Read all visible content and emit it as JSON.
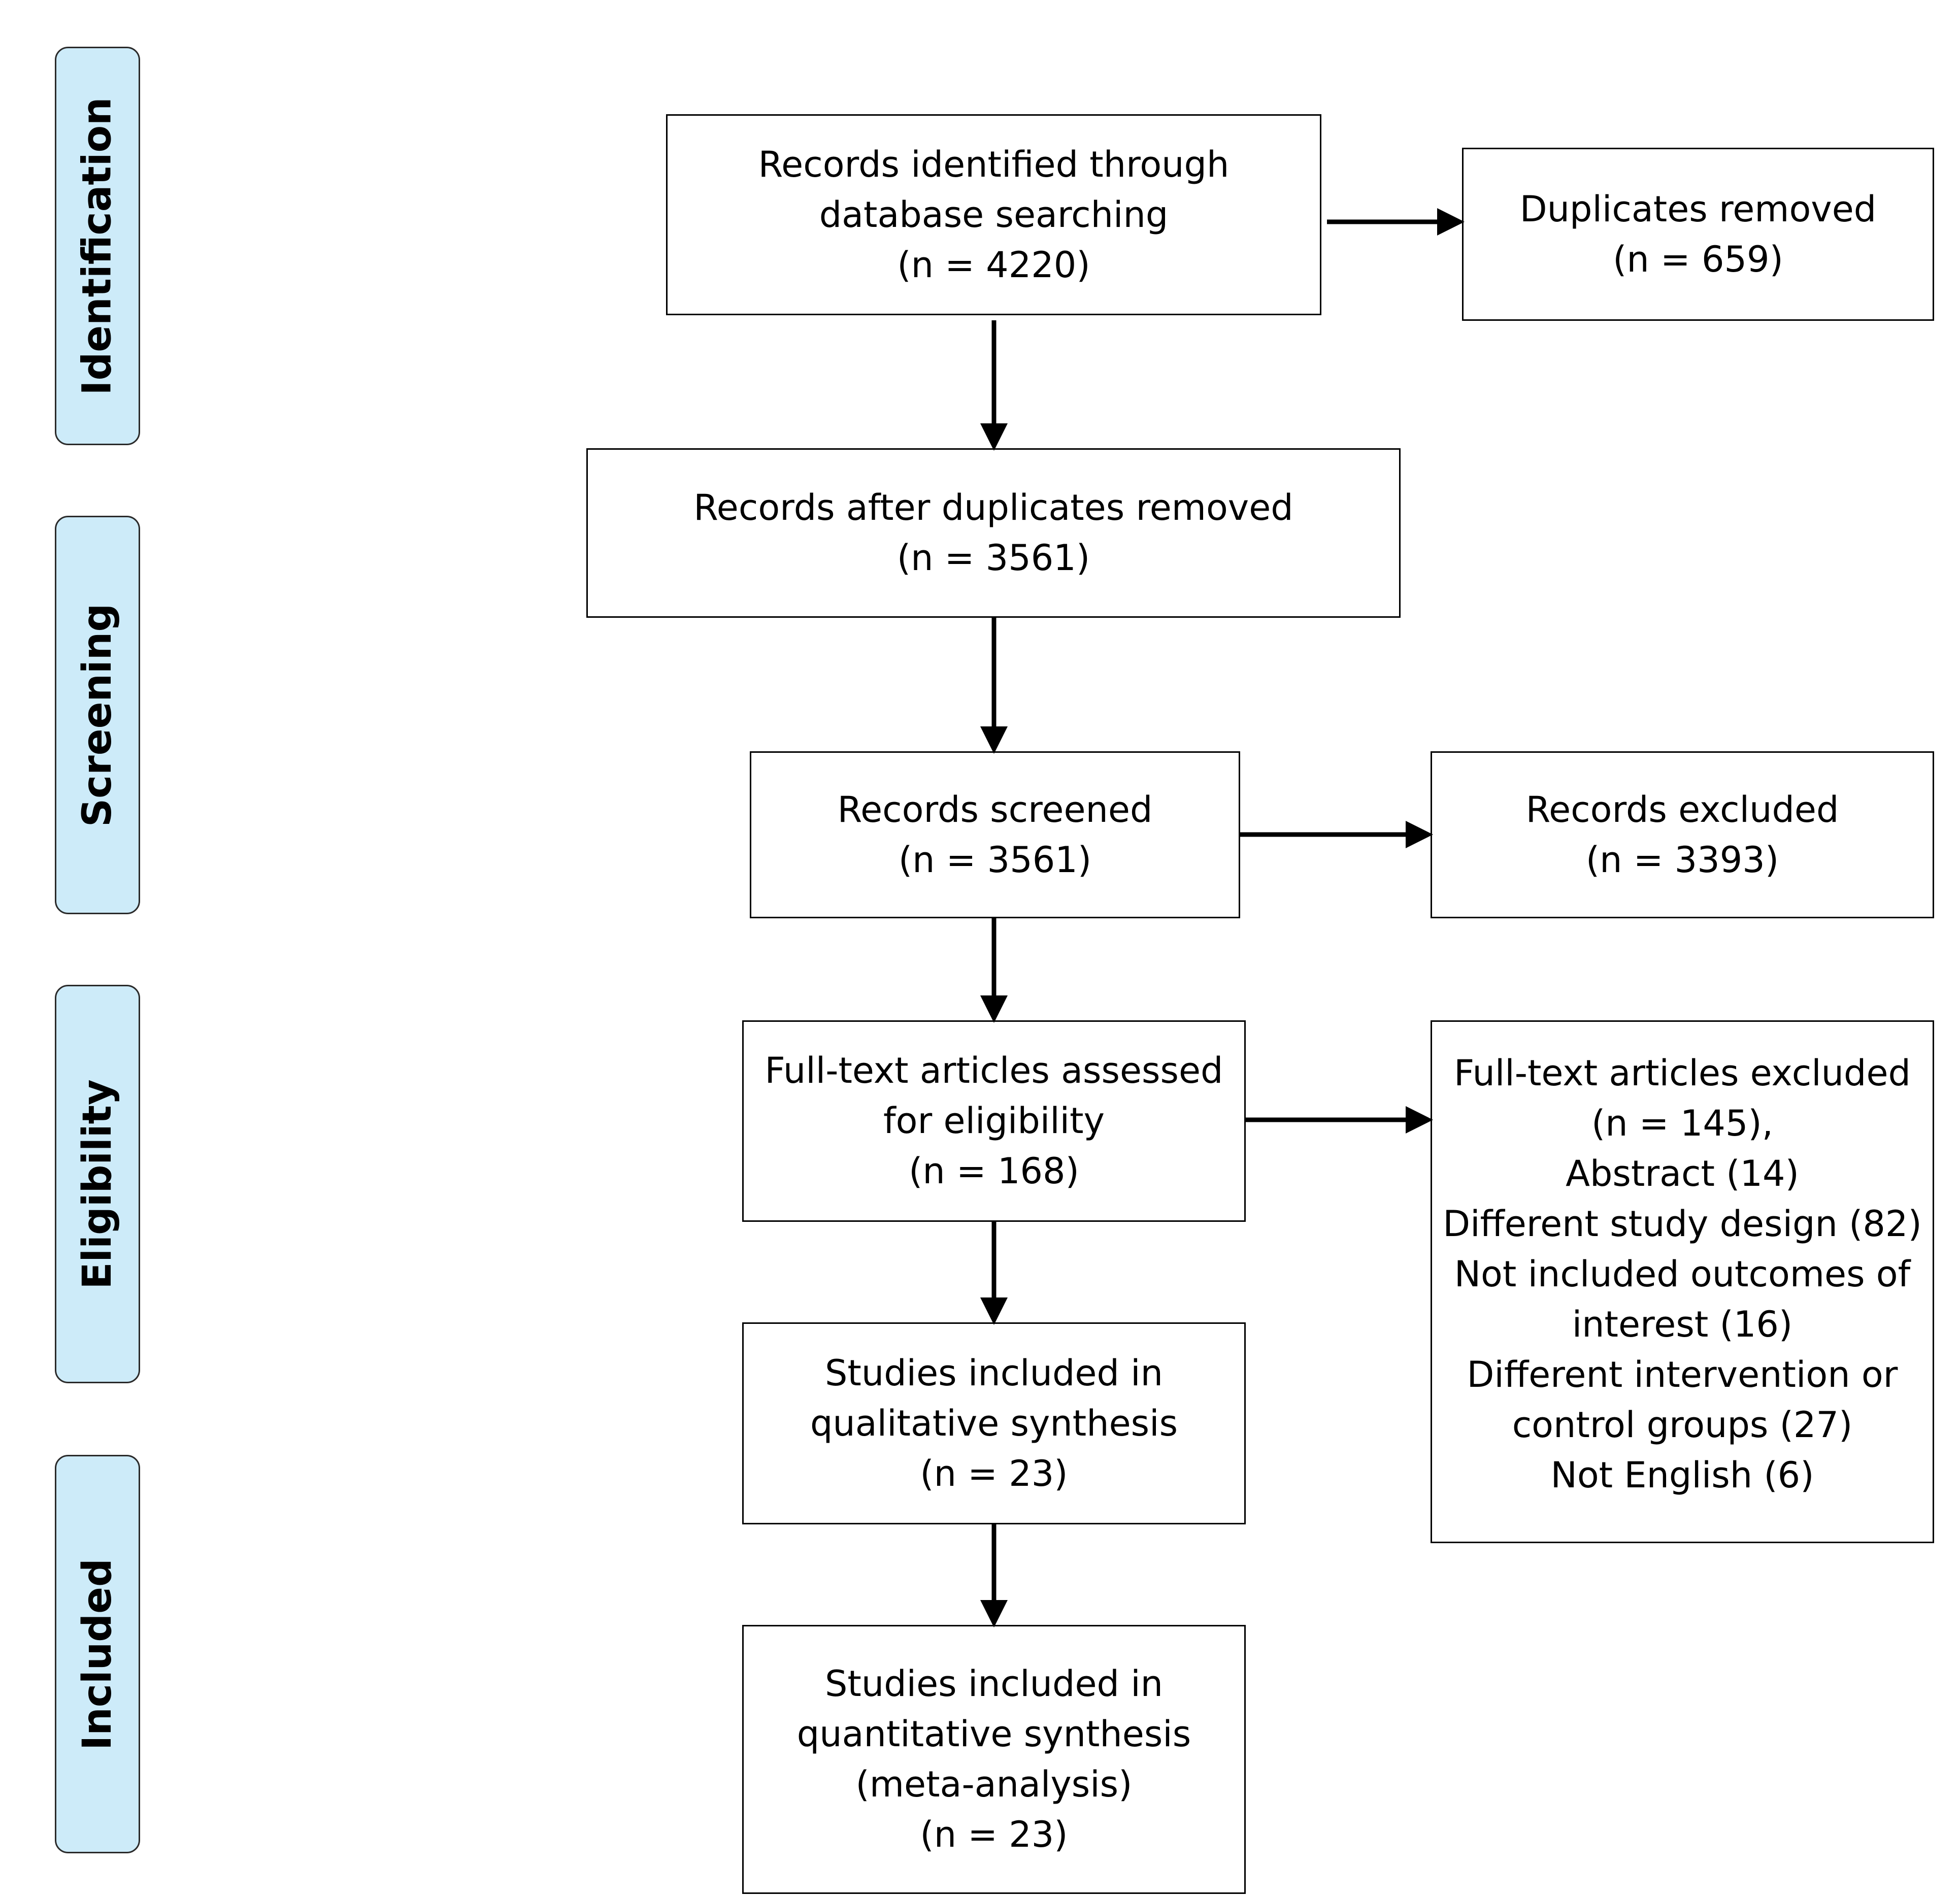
{
  "phases": {
    "identification": "Identification",
    "screening": "Screening",
    "eligibility": "Eligibility",
    "included": "Included"
  },
  "boxes": {
    "records_identified": "Records identified through\ndatabase searching\n(n = 4220)",
    "duplicates_removed": "Duplicates removed\n(n = 659)",
    "records_after_duplicates": "Records after duplicates removed\n(n = 3561)",
    "records_screened": "Records screened\n(n = 3561)",
    "records_excluded": "Records excluded\n(n = 3393)",
    "fulltext_assessed": "Full-text articles assessed\nfor eligibility\n(n = 168)",
    "fulltext_excluded": "Full-text articles excluded\n(n = 145),\nAbstract (14)\nDifferent study design (82)\nNot included outcomes of\ninterest (16)\nDifferent intervention or\ncontrol groups (27)\nNot English (6)",
    "qualitative_synthesis": "Studies included in\nqualitative synthesis\n(n = 23)",
    "quantitative_synthesis": "Studies included in\nquantitative synthesis\n(meta-analysis)\n(n = 23)"
  }
}
